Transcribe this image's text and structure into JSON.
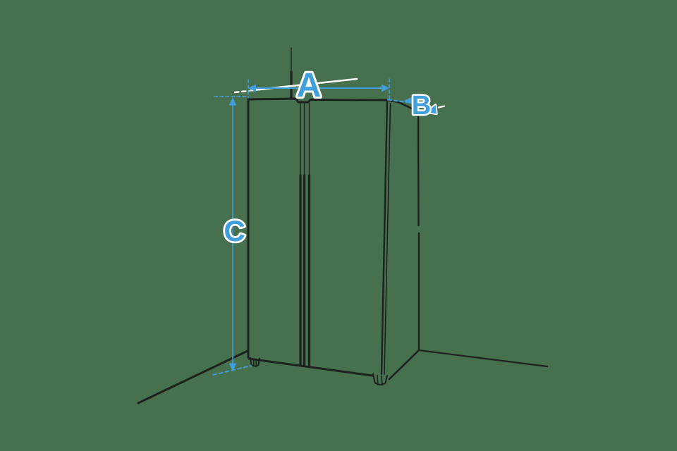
{
  "figure": {
    "labels": {
      "width": "A",
      "depth": "B",
      "height": "C"
    }
  },
  "colors": {
    "background": "#47704E",
    "sketch": "#1E221F",
    "accent": "#41A0DC",
    "halo": "#FFFFFF"
  }
}
